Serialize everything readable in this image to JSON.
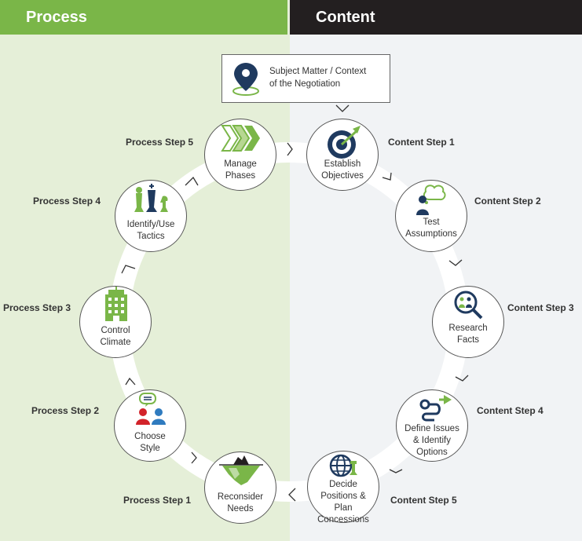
{
  "header": {
    "process": "Process",
    "content": "Content"
  },
  "subject": {
    "line1": "Subject Matter / Context",
    "line2": "of the Negotiation",
    "icon": "location-pin-icon"
  },
  "content_steps": [
    {
      "step": "Content Step 1",
      "line1": "Establish",
      "line2": "Objectives",
      "line3": "",
      "icon": "target-icon"
    },
    {
      "step": "Content Step 2",
      "line1": "Test",
      "line2": "Assumptions",
      "line3": "",
      "icon": "thinking-person-icon"
    },
    {
      "step": "Content Step 3",
      "line1": "Research",
      "line2": "Facts",
      "line3": "",
      "icon": "magnifier-people-icon"
    },
    {
      "step": "Content Step 4",
      "line1": "Define Issues",
      "line2": "& Identify",
      "line3": "Options",
      "icon": "path-arrow-icon"
    },
    {
      "step": "Content Step 5",
      "line1": "Decide",
      "line2": "Positions & Plan",
      "line3": "Concessions",
      "icon": "globe-chess-icon"
    }
  ],
  "process_steps": [
    {
      "step": "Process Step 1",
      "line1": "Reconsider",
      "line2": "Needs",
      "icon": "iceberg-icon"
    },
    {
      "step": "Process Step 2",
      "line1": "Choose",
      "line2": "Style",
      "icon": "people-chat-icon"
    },
    {
      "step": "Process Step 3",
      "line1": "Control",
      "line2": "Climate",
      "icon": "building-icon"
    },
    {
      "step": "Process Step 4",
      "line1": "Identify/Use",
      "line2": "Tactics",
      "icon": "chess-pieces-icon"
    },
    {
      "step": "Process Step 5",
      "line1": "Manage",
      "line2": "Phases",
      "icon": "phases-chevrons-icon"
    }
  ],
  "colors": {
    "green": "#7ab648",
    "navy": "#1f3a5f",
    "red": "#d2232a",
    "blue": "#2f7bbf"
  }
}
